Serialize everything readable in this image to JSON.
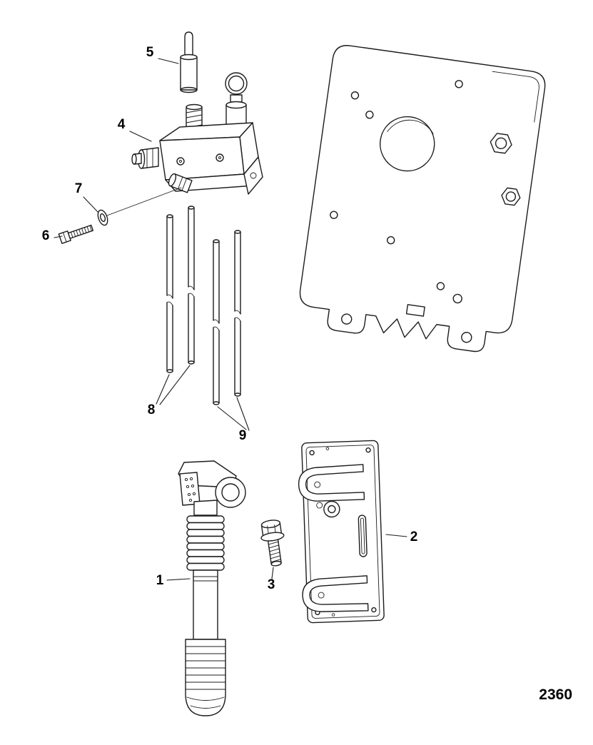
{
  "figure": {
    "number": "2360"
  },
  "ink_color": "#1c1c1c",
  "background_color": "#ffffff",
  "callouts": [
    {
      "label": "1"
    },
    {
      "label": "2"
    },
    {
      "label": "3"
    },
    {
      "label": "4"
    },
    {
      "label": "5"
    },
    {
      "label": "6"
    },
    {
      "label": "7"
    },
    {
      "label": "8"
    },
    {
      "label": "9"
    }
  ]
}
